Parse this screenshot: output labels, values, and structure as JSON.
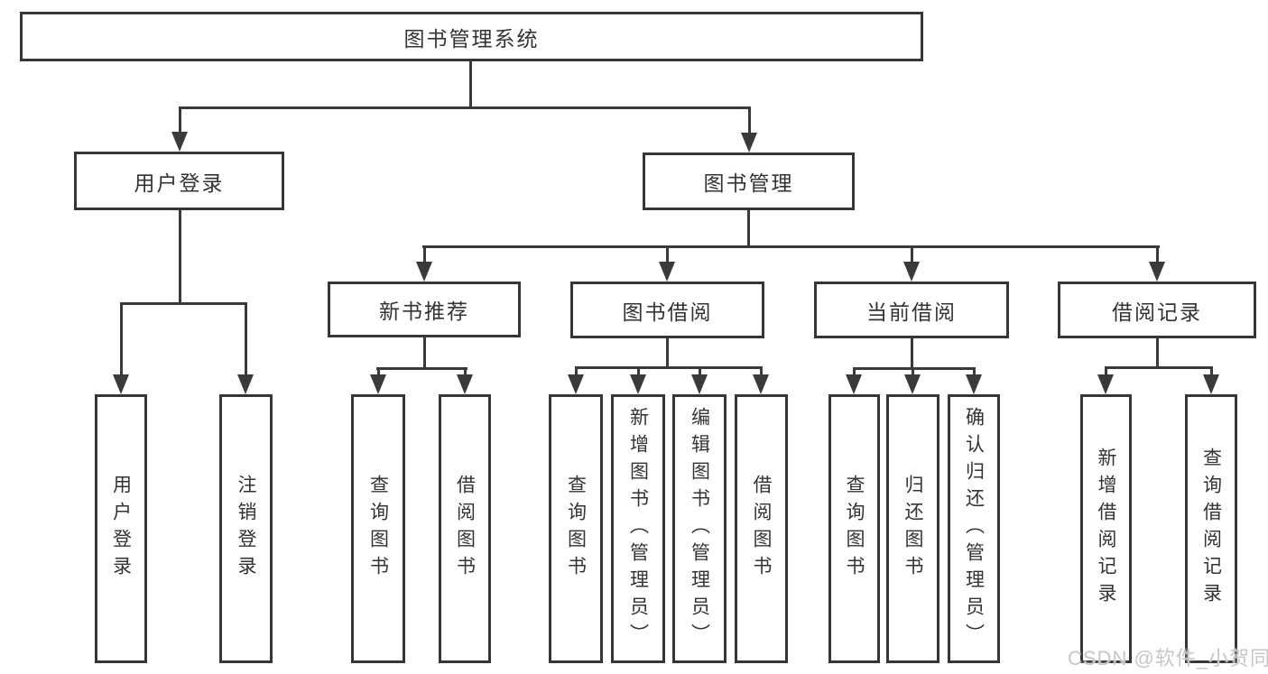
{
  "diagram": {
    "root": "图书管理系统",
    "nodes": {
      "user_login": "用户登录",
      "book_mgmt": "图书管理",
      "new_book": "新书推荐",
      "book_borrow": "图书借阅",
      "current_borrow": "当前借阅",
      "borrow_records": "借阅记录"
    },
    "leaves": {
      "user_login": "用户登录",
      "logout": "注销登录",
      "newbook_query": "查询图书",
      "newbook_borrow": "借阅图书",
      "borrow_query": "查询图书",
      "borrow_add": "新增图书（管理员）",
      "borrow_edit": "编辑图书（管理员）",
      "borrow_borrow": "借阅图书",
      "current_query": "查询图书",
      "current_return": "归还图书",
      "current_confirm": "确认归还（管理员）",
      "records_add": "新增借阅记录",
      "records_query": "查询借阅记录"
    },
    "watermark": "CSDN @软件_小贺同学",
    "colors": {
      "line": "#3a3a3a",
      "border": "#363636",
      "text": "#333333",
      "watermark": "#c6c6c6"
    }
  }
}
